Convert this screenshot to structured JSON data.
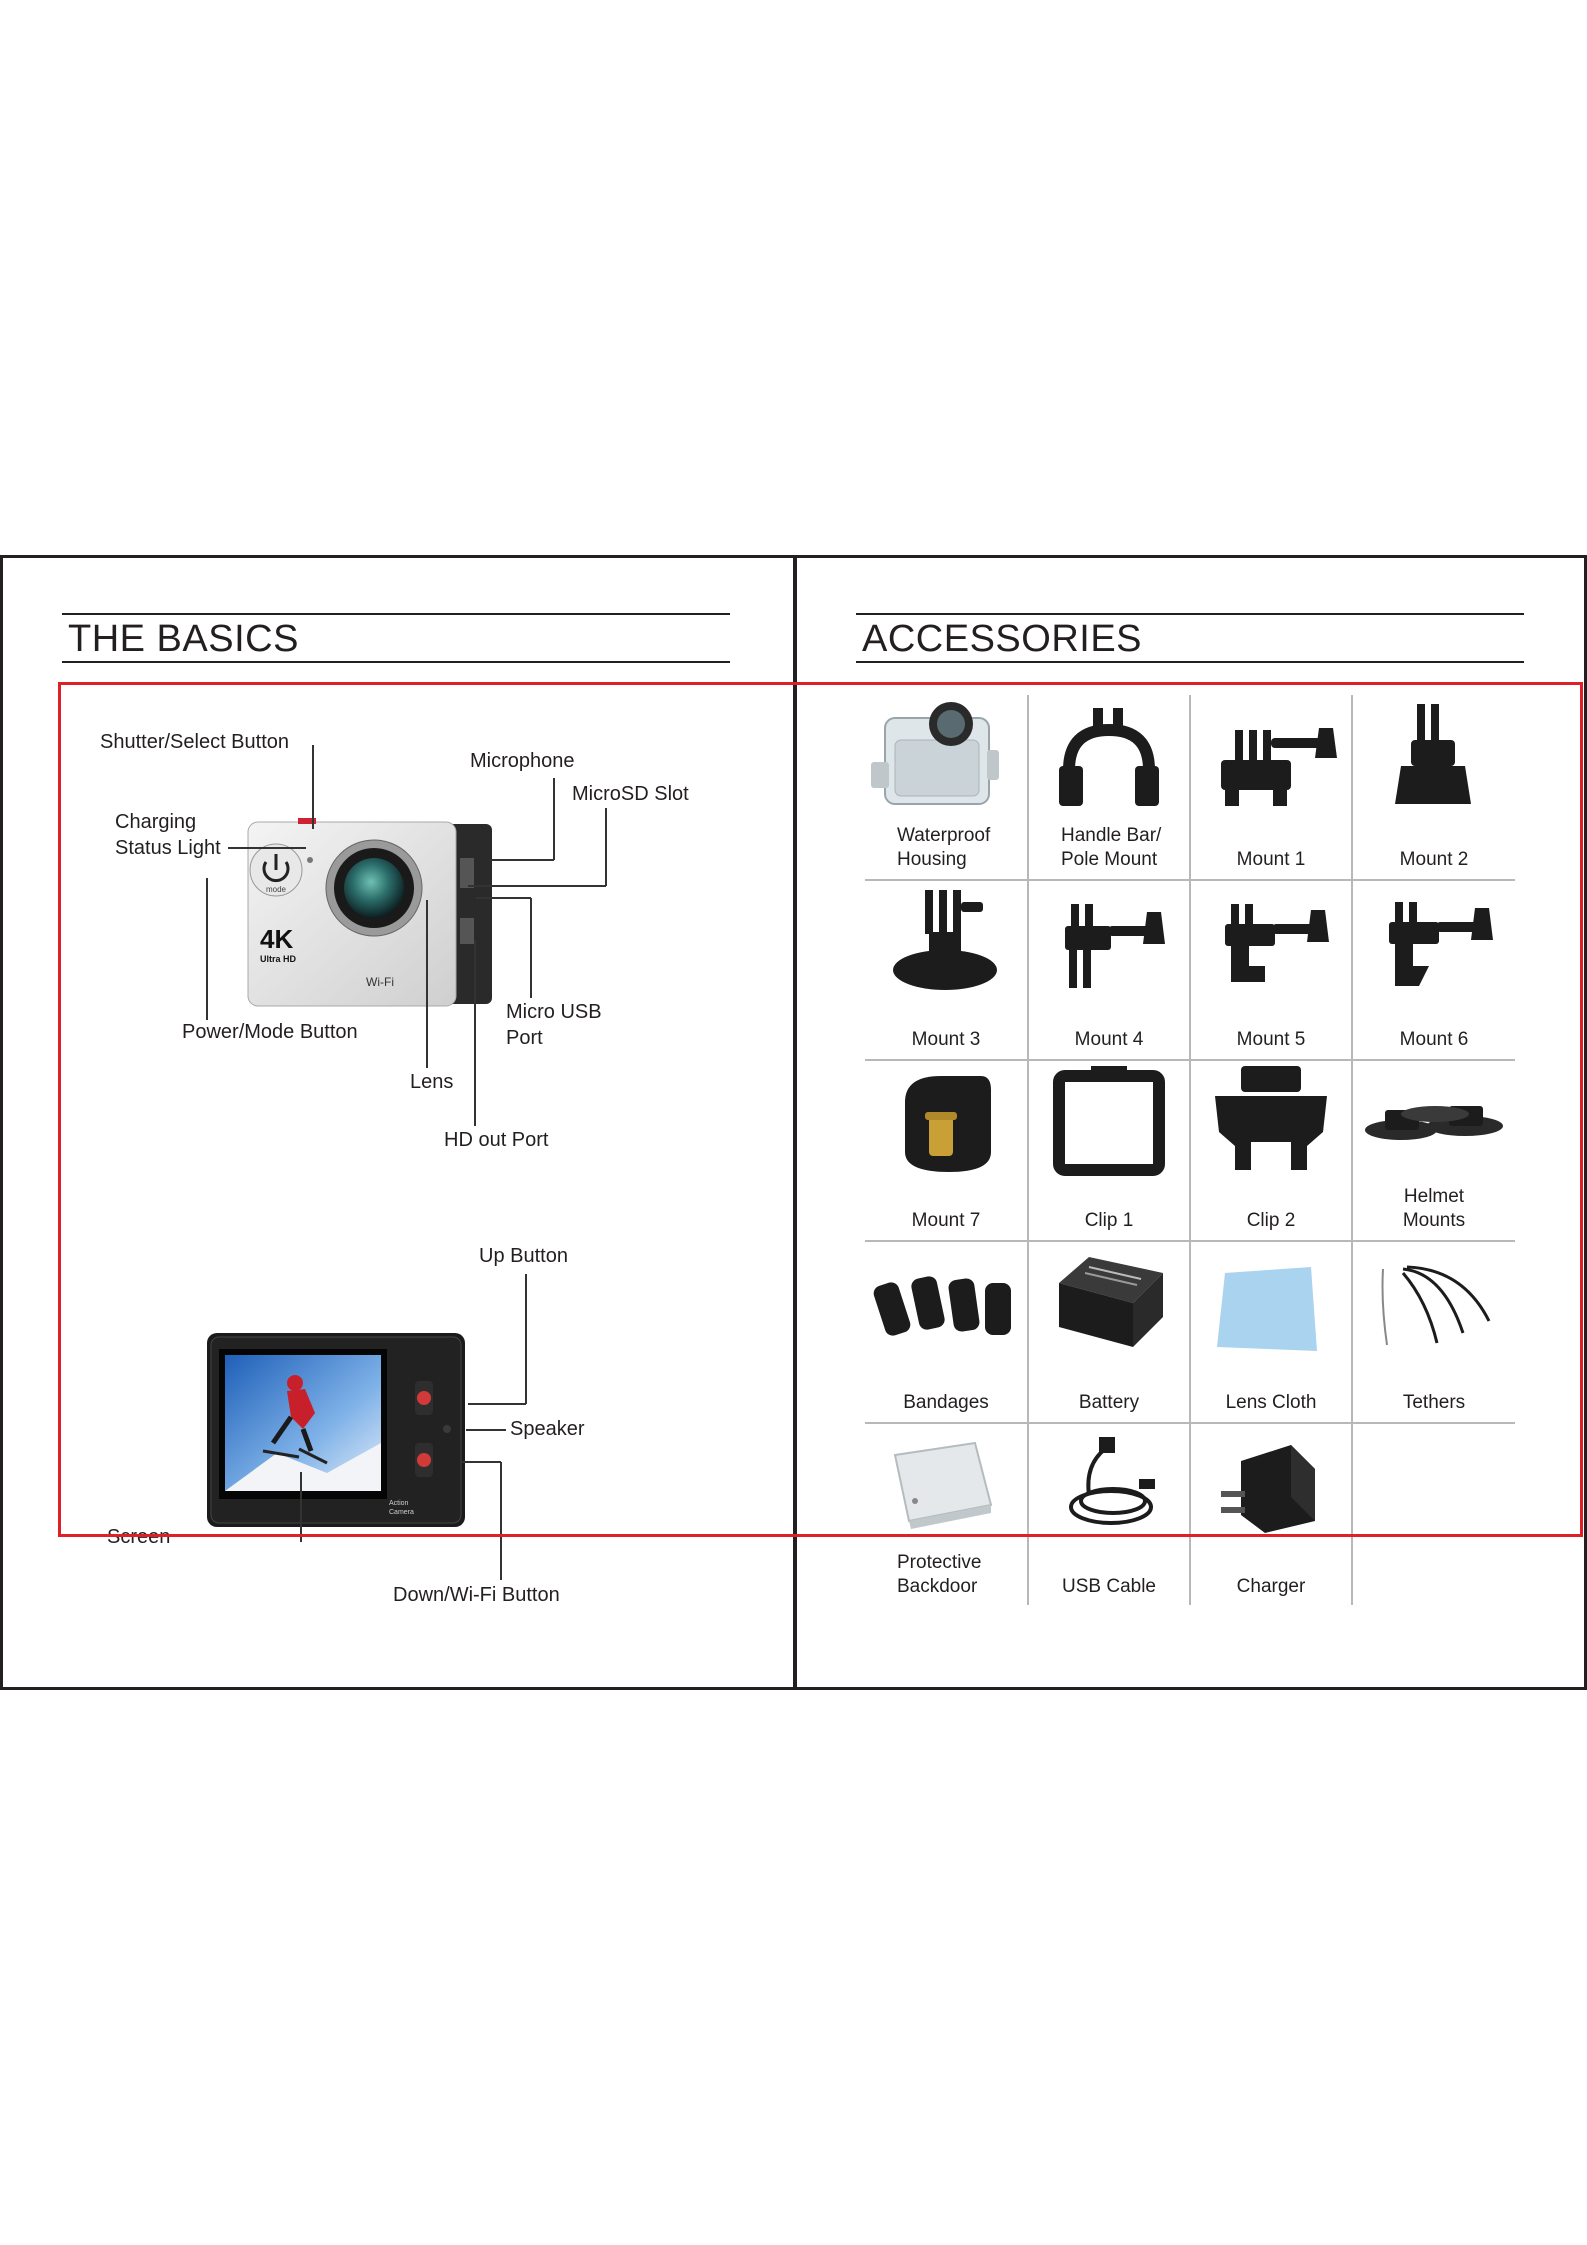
{
  "basics": {
    "heading": "THE BASICS",
    "front_labels": {
      "shutter": "Shutter/Select Button",
      "microphone": "Microphone",
      "microsd": "MicroSD Slot",
      "charging_l1": "Charging",
      "charging_l2": "Status Light",
      "power": "Power/Mode Button",
      "micro_usb_l1": "Micro USB",
      "micro_usb_l2": "Port",
      "lens": "Lens",
      "hdout": "HD out Port"
    },
    "back_labels": {
      "up": "Up Button",
      "speaker": "Speaker",
      "screen": "Screen",
      "down": "Down/Wi-Fi Button"
    },
    "camera_print": {
      "power_text": "mode",
      "resolution": "4K",
      "resolution_sub": "Ultra HD",
      "wifi": "Wi-Fi",
      "back_brand_l1": "Action",
      "back_brand_l2": "Camera"
    }
  },
  "accessories": {
    "heading": "ACCESSORIES",
    "items": [
      {
        "l1": "Waterproof",
        "l2": "Housing"
      },
      {
        "l1": "Handle Bar/",
        "l2": "Pole Mount"
      },
      {
        "l1": "Mount 1",
        "l2": ""
      },
      {
        "l1": "Mount 2",
        "l2": ""
      },
      {
        "l1": "Mount 3",
        "l2": ""
      },
      {
        "l1": "Mount 4",
        "l2": ""
      },
      {
        "l1": "Mount 5",
        "l2": ""
      },
      {
        "l1": "Mount 6",
        "l2": ""
      },
      {
        "l1": "Mount 7",
        "l2": ""
      },
      {
        "l1": "Clip 1",
        "l2": ""
      },
      {
        "l1": "Clip 2",
        "l2": ""
      },
      {
        "l1": "Helmet",
        "l2": "Mounts"
      },
      {
        "l1": "Bandages",
        "l2": ""
      },
      {
        "l1": "Battery",
        "l2": ""
      },
      {
        "l1": "Lens Cloth",
        "l2": ""
      },
      {
        "l1": "Tethers",
        "l2": ""
      },
      {
        "l1": "Protective",
        "l2": "Backdoor"
      },
      {
        "l1": "USB Cable",
        "l2": ""
      },
      {
        "l1": "Charger",
        "l2": ""
      }
    ]
  }
}
